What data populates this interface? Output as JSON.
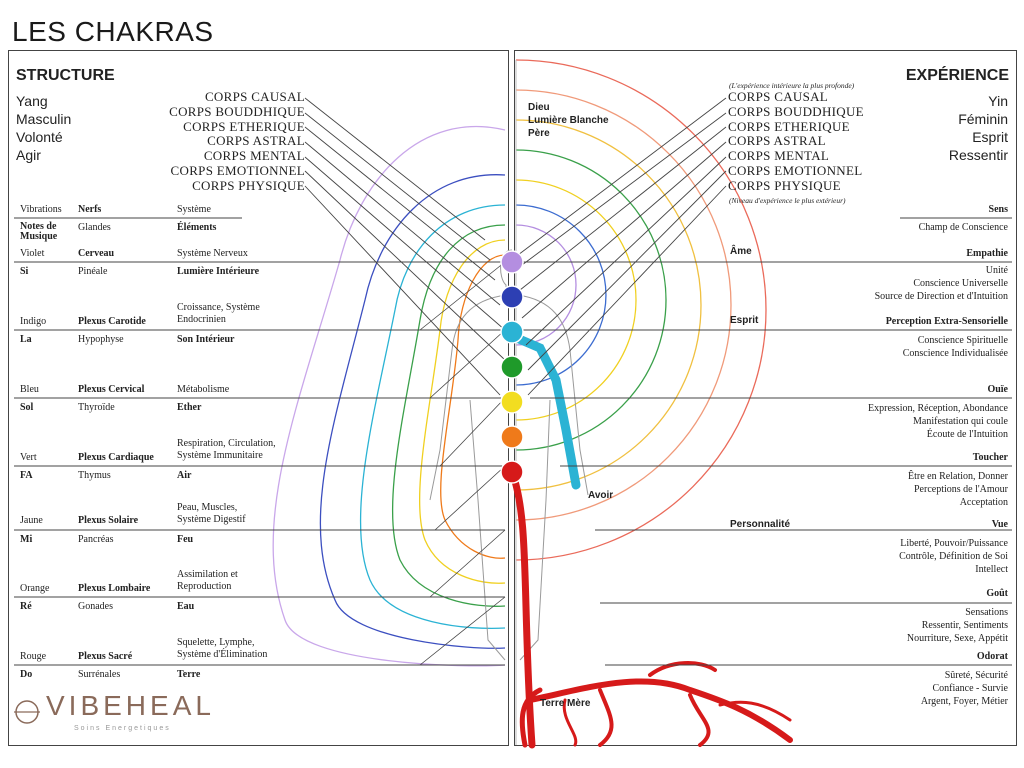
{
  "title": "LES CHAKRAS",
  "left": {
    "header": "STRUCTURE",
    "qualities": [
      "Yang",
      "Masculin",
      "Volonté",
      "Agir"
    ],
    "bodies": [
      "CORPS CAUSAL",
      "CORPS BOUDDHIQUE",
      "CORPS ETHERIQUE",
      "CORPS ASTRAL",
      "CORPS MENTAL",
      "CORPS EMOTIONNEL",
      "CORPS PHYSIQUE"
    ],
    "col_headers": {
      "row1": [
        "Vibrations",
        "Nerfs",
        "Système"
      ],
      "row2": [
        "Notes de Musique",
        "Glandes",
        "Éléments"
      ],
      "row3": [
        "Violet",
        "Cerveau",
        "Système Nerveux"
      ]
    },
    "rows": [
      {
        "note": "Si",
        "gland": "Pinéale",
        "element": "Lumière Intérieure",
        "color": "Indigo",
        "plexus": "Plexus Carotide",
        "system": "Croissance, Système Endocrinien"
      },
      {
        "note": "La",
        "gland": "Hypophyse",
        "element": "Son Intérieur",
        "color": "Bleu",
        "plexus": "Plexus Cervical",
        "system": "Métabolisme"
      },
      {
        "note": "Sol",
        "gland": "Thyroïde",
        "element": "Ether",
        "color": "Vert",
        "plexus": "Plexus Cardiaque",
        "system": "Respiration, Circulation, Système Immunitaire"
      },
      {
        "note": "FA",
        "gland": "Thymus",
        "element": "Air",
        "color": "Jaune",
        "plexus": "Plexus Solaire",
        "system": "Peau, Muscles, Système Digestif"
      },
      {
        "note": "Mi",
        "gland": "Pancréas",
        "element": "Feu",
        "color": "Orange",
        "plexus": "Plexus Lombaire",
        "system": "Assimilation et Reproduction"
      },
      {
        "note": "Ré",
        "gland": "Gonades",
        "element": "Eau",
        "color": "Rouge",
        "plexus": "Plexus Sacré",
        "system": "Squelette, Lymphe, Système d'Élimination"
      },
      {
        "note": "Do",
        "gland": "Surrénales",
        "element": "Terre",
        "color": "",
        "plexus": "",
        "system": ""
      }
    ]
  },
  "right": {
    "header": "EXPÉRIENCE",
    "qualities": [
      "Yin",
      "Féminin",
      "Esprit",
      "Ressentir"
    ],
    "top_note": "(L'expérience intérieure la plus profonde)",
    "bottom_note": "(Niveau d'expérience le plus extérieur)",
    "bodies": [
      "CORPS CAUSAL",
      "CORPS BOUDDHIQUE",
      "CORPS ETHERIQUE",
      "CORPS ASTRAL",
      "CORPS MENTAL",
      "CORPS EMOTIONNEL",
      "CORPS PHYSIQUE"
    ],
    "dieu": [
      "Dieu",
      "Lumière Blanche",
      "Père"
    ],
    "sens": "Sens",
    "champ": "Champ de Conscience",
    "levels": [
      "Âme",
      "Esprit",
      "Personnalité"
    ],
    "senses": [
      "Empathie",
      "Perception Extra-Sensorielle",
      "Ouïe",
      "Toucher",
      "Vue",
      "Goût",
      "Odorat"
    ],
    "descriptions": [
      [
        "Unité",
        "Conscience Universelle",
        "Source de Direction et d'Intuition"
      ],
      [
        "Conscience Spirituelle",
        "Conscience Individualisée"
      ],
      [
        "Expression, Réception, Abondance",
        "Manifestation qui coule",
        "Écoute de l'Intuition"
      ],
      [
        "Être en Relation, Donner",
        "Perceptions de l'Amour",
        "Acceptation"
      ],
      [
        "Liberté, Pouvoir/Puissance",
        "Contrôle, Définition de Soi",
        "Intellect"
      ],
      [
        "Sensations",
        "Ressentir, Sentiments",
        "Nourriture, Sexe, Appétit"
      ],
      [
        "Sûreté, Sécurité",
        "Confiance - Survie",
        "Argent, Foyer, Métier"
      ]
    ]
  },
  "figure_labels": {
    "avoir": "Avoir",
    "terre_mere": "Terre Mère"
  },
  "logo": {
    "text": "VIBEHEAL",
    "sub": "Soins Energetiques"
  },
  "colors": {
    "violet": "#b48ee0",
    "indigo": "#2d3fb3",
    "blue": "#2bb3d4",
    "green": "#1f9a2a",
    "yellow": "#f2dd20",
    "orange": "#ef7a1a",
    "red": "#d61a1a",
    "accent": "#8a6a5a"
  }
}
